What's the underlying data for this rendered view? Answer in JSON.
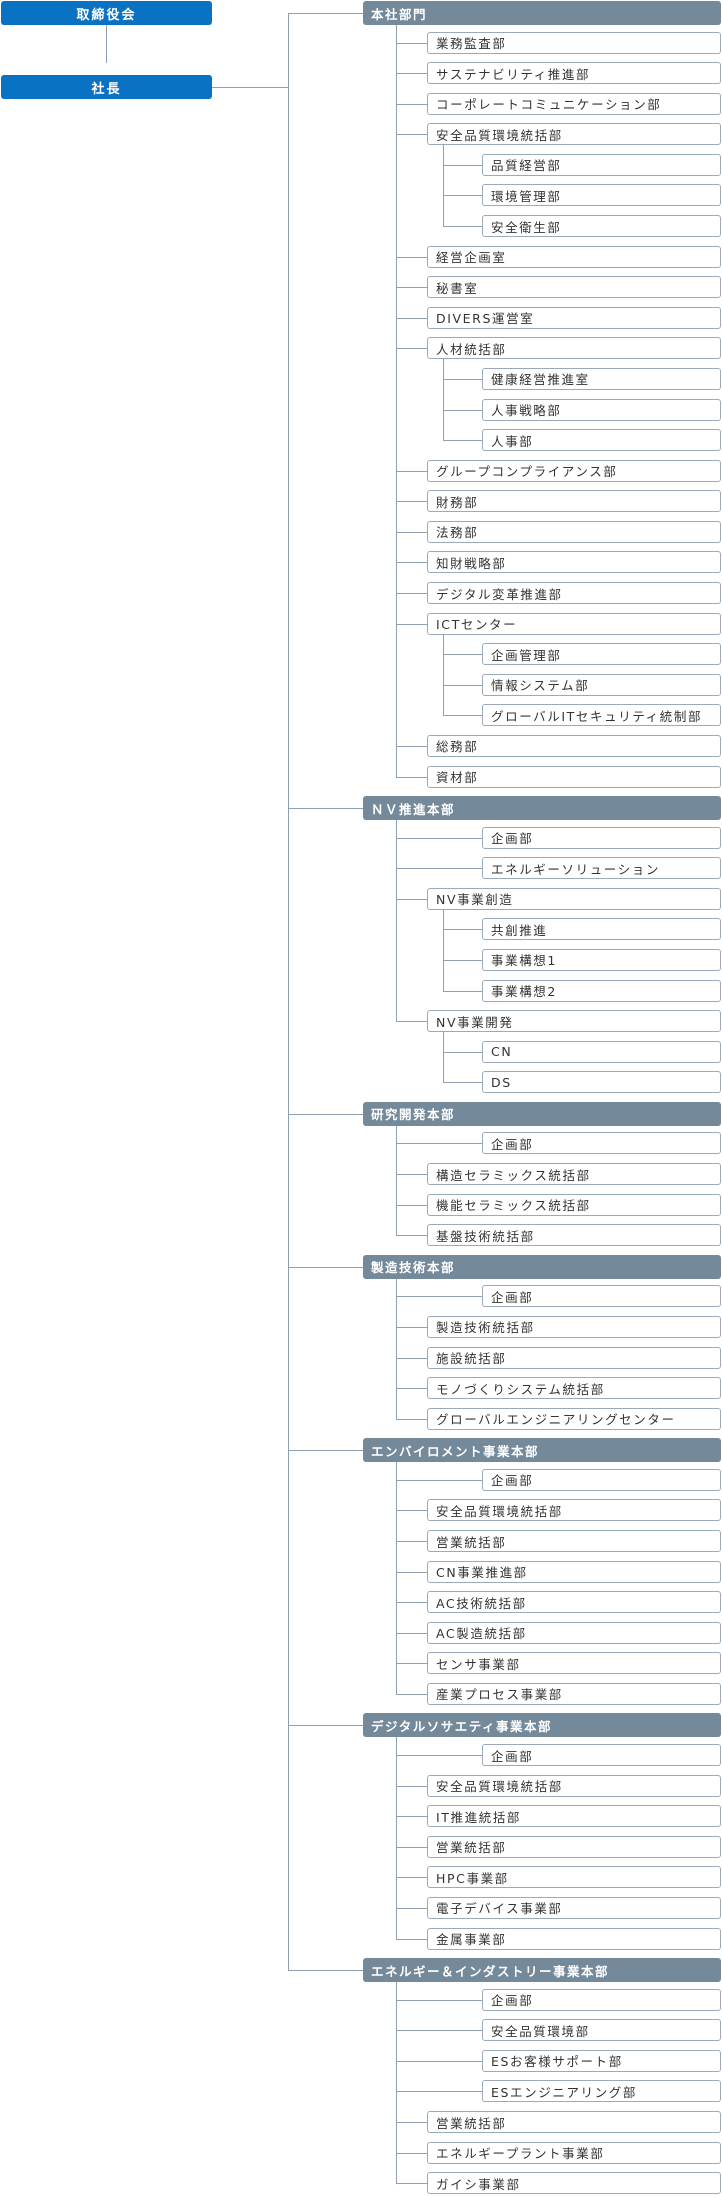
{
  "top": {
    "board": "取締役会",
    "president": "社長"
  },
  "colors": {
    "top_box": "#0a72c2",
    "section_header": "#74899a",
    "box_border": "#9aaabb",
    "connector": "#8fa0b0"
  },
  "sections": [
    {
      "title": "本社部門",
      "items": [
        {
          "label": "業務監査部",
          "level": 1
        },
        {
          "label": "サステナビリティ推進部",
          "level": 1
        },
        {
          "label": "コーポレートコミュニケーション部",
          "level": 1
        },
        {
          "label": "安全品質環境統括部",
          "level": 1,
          "children": [
            "品質経営部",
            "環境管理部",
            "安全衛生部"
          ]
        },
        {
          "label": "経営企画室",
          "level": 1
        },
        {
          "label": "秘書室",
          "level": 1
        },
        {
          "label": "DIVERS運営室",
          "level": 1
        },
        {
          "label": "人材統括部",
          "level": 1,
          "children": [
            "健康経営推進室",
            "人事戦略部",
            "人事部"
          ]
        },
        {
          "label": "グループコンプライアンス部",
          "level": 1
        },
        {
          "label": "財務部",
          "level": 1
        },
        {
          "label": "法務部",
          "level": 1
        },
        {
          "label": "知財戦略部",
          "level": 1
        },
        {
          "label": "デジタル変革推進部",
          "level": 1
        },
        {
          "label": "ICTセンター",
          "level": 1,
          "children": [
            "企画管理部",
            "情報システム部",
            "グローバルITセキュリティ統制部"
          ]
        },
        {
          "label": "総務部",
          "level": 1
        },
        {
          "label": "資材部",
          "level": 1
        }
      ]
    },
    {
      "title": "ＮＶ推進本部",
      "items": [
        {
          "label": "企画部",
          "level": 2
        },
        {
          "label": "エネルギーソリューション",
          "level": 2
        },
        {
          "label": "NV事業創造",
          "level": 1,
          "children": [
            "共創推進",
            "事業構想1",
            "事業構想2"
          ]
        },
        {
          "label": "NV事業開発",
          "level": 1,
          "children": [
            "CN",
            "DS"
          ]
        }
      ]
    },
    {
      "title": "研究開発本部",
      "items": [
        {
          "label": "企画部",
          "level": 2
        },
        {
          "label": "構造セラミックス統括部",
          "level": 1
        },
        {
          "label": "機能セラミックス統括部",
          "level": 1
        },
        {
          "label": "基盤技術統括部",
          "level": 1
        }
      ]
    },
    {
      "title": "製造技術本部",
      "items": [
        {
          "label": "企画部",
          "level": 2
        },
        {
          "label": "製造技術統括部",
          "level": 1
        },
        {
          "label": "施設統括部",
          "level": 1
        },
        {
          "label": "モノづくりシステム統括部",
          "level": 1
        },
        {
          "label": "グローバルエンジニアリングセンター",
          "level": 1
        }
      ]
    },
    {
      "title": "エンバイロメント事業本部",
      "items": [
        {
          "label": "企画部",
          "level": 2
        },
        {
          "label": "安全品質環境統括部",
          "level": 1
        },
        {
          "label": "営業統括部",
          "level": 1
        },
        {
          "label": "CN事業推進部",
          "level": 1
        },
        {
          "label": "AC技術統括部",
          "level": 1
        },
        {
          "label": "AC製造統括部",
          "level": 1
        },
        {
          "label": "センサ事業部",
          "level": 1
        },
        {
          "label": "産業プロセス事業部",
          "level": 1
        }
      ]
    },
    {
      "title": "デジタルソサエティ事業本部",
      "items": [
        {
          "label": "企画部",
          "level": 2
        },
        {
          "label": "安全品質環境統括部",
          "level": 1
        },
        {
          "label": "IT推進統括部",
          "level": 1
        },
        {
          "label": "営業統括部",
          "level": 1
        },
        {
          "label": "HPC事業部",
          "level": 1
        },
        {
          "label": "電子デバイス事業部",
          "level": 1
        },
        {
          "label": "金属事業部",
          "level": 1
        }
      ]
    },
    {
      "title": "エネルギー＆インダストリー事業本部",
      "items": [
        {
          "label": "企画部",
          "level": 2
        },
        {
          "label": "安全品質環境部",
          "level": 2
        },
        {
          "label": "ESお客様サポート部",
          "level": 2
        },
        {
          "label": "ESエンジニアリング部",
          "level": 2
        },
        {
          "label": "営業統括部",
          "level": 1
        },
        {
          "label": "エネルギープラント事業部",
          "level": 1
        },
        {
          "label": "ガイシ事業部",
          "level": 1
        }
      ]
    }
  ]
}
